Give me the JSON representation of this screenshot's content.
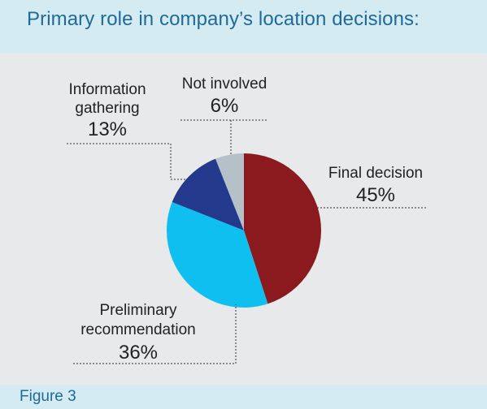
{
  "header": {
    "title": "Primary role in company’s location decisions:"
  },
  "footer": {
    "figure_label": "Figure 3"
  },
  "colors": {
    "header_bg": "#d3ebf1",
    "panel_bg": "#e8e9ea",
    "title": "#1f6a9b"
  },
  "chart_data": {
    "type": "pie",
    "title": "Primary role in company’s location decisions:",
    "slices": [
      {
        "label": "Final decision",
        "value": 45,
        "display": "45%",
        "color": "#8b1a1e"
      },
      {
        "label": "Preliminary recommendation",
        "value": 36,
        "display": "36%",
        "color": "#0fbff0"
      },
      {
        "label": "Information gathering",
        "value": 13,
        "display": "13%",
        "color": "#233a8c"
      },
      {
        "label": "Not involved",
        "value": 6,
        "display": "6%",
        "color": "#b5c0c9"
      }
    ],
    "labels": {
      "final": {
        "name": "Final decision",
        "value": "45%"
      },
      "prelim": {
        "name_line1": "Preliminary",
        "name_line2": "recommendation",
        "value": "36%"
      },
      "info": {
        "name_line1": "Information",
        "name_line2": "gathering",
        "value": "13%"
      },
      "notinv": {
        "name": "Not involved",
        "value": "6%"
      }
    }
  }
}
